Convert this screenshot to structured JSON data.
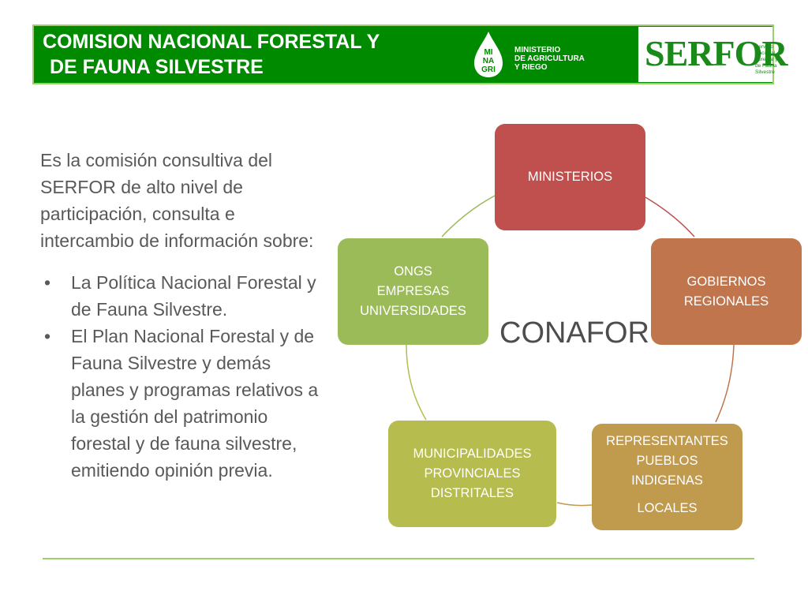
{
  "header": {
    "title_line1": "COMISION NACIONAL FORESTAL Y",
    "title_line2": "DE FAUNA SILVESTRE",
    "minagri_logo": {
      "drop_lines": [
        "MI",
        "NA",
        "GRI"
      ],
      "text_lines": [
        "MINISTERIO",
        "DE AGRICULTURA",
        "Y RIEGO"
      ]
    },
    "serfor_logo": {
      "word": "SERFOR",
      "tag_lines": [
        "Servicio",
        "Nacional",
        "Forestal y",
        "de Fauna",
        "Silvestre"
      ]
    },
    "colors": {
      "bar": "#008a00",
      "border": "#9ccf6d"
    }
  },
  "content": {
    "intro": "Es la comisión consultiva del SERFOR de alto nivel de participación, consulta e intercambio de información sobre:",
    "bullets": [
      "La Política Nacional Forestal y de Fauna Silvestre.",
      "El Plan Nacional Forestal y de Fauna Silvestre y demás planes y programas relativos a la gestión del patrimonio forestal y de fauna silvestre, emitiendo opinión previa."
    ],
    "bullet_glyph": "•"
  },
  "diagram": {
    "center": "CONAFOR",
    "nodes": [
      {
        "id": "ministerios",
        "lines": [
          "MINISTERIOS"
        ],
        "color": "#c0504d"
      },
      {
        "id": "gobiernos",
        "lines": [
          "GOBIERNOS",
          "REGIONALES"
        ],
        "color": "#c0754d"
      },
      {
        "id": "representantes",
        "lines": [
          "REPRESENTANTES",
          "PUEBLOS",
          "INDIGENAS",
          "LOCALES"
        ],
        "color": "#c09a4d"
      },
      {
        "id": "municipalidades",
        "lines": [
          "MUNICIPALIDADES",
          "PROVINCIALES",
          "DISTRITALES"
        ],
        "color": "#b6bc4e"
      },
      {
        "id": "ongs",
        "lines": [
          "ONGS",
          "EMPRESAS",
          "UNIVERSIDADES"
        ],
        "color": "#9bbb59"
      }
    ]
  }
}
